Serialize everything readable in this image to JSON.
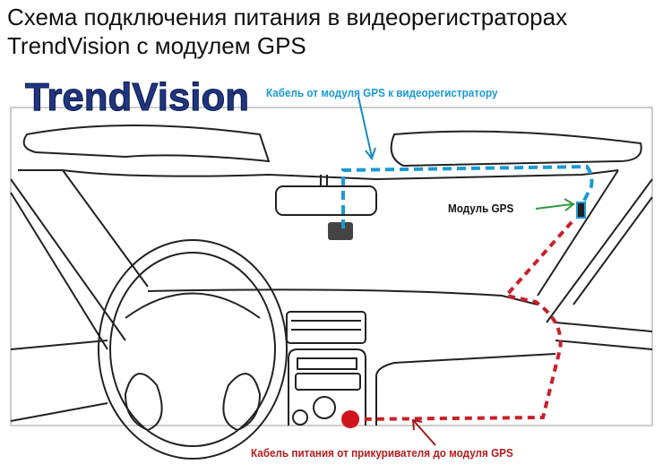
{
  "title_line1": "Схема подключения питания в видеорегистраторах",
  "title_line2": "TrendVision с модулем GPS",
  "logo_text": "TrendVision",
  "labels": {
    "gps_to_recorder_cable": "Кабель от модуля GPS к видеорегистратору",
    "gps_module": "Модуль GPS",
    "power_cable": "Кабель питания от прикуривателя до модуля GPS"
  },
  "colors": {
    "logo": "#1f3580",
    "blue_cable": "#1a9ad6",
    "red_cable": "#c8202a",
    "green_arrow": "#2e9a3a"
  }
}
